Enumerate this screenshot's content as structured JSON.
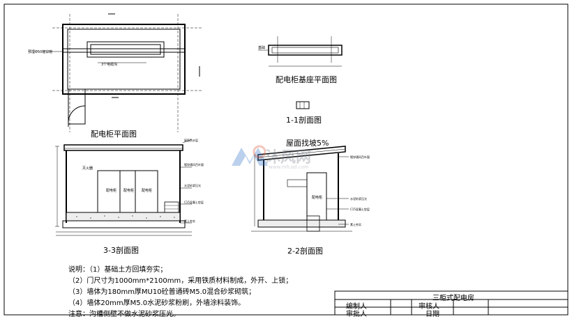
{
  "views": {
    "plan_title": "配电柜平面图",
    "base_title": "配电柜基座平面图",
    "section11_title": "1-1剖面图",
    "section33_title": "3-3剖面图",
    "section22_title": "2-2剖面图",
    "roof_slope": "屋面找坡5%"
  },
  "watermark": {
    "brand": "沐风网",
    "url": "www.mfcad.com"
  },
  "notes": {
    "lines": [
      "说明：（1）基础土方回填夯实；",
      "（2）门尺寸为1000mm*2100mm，采用铁质材料制成，外开、上锁；",
      "（3）墙体为180mm厚MU10砼普通砖M5.0混合砂浆砌筑；",
      "（4）墙体20mm厚M5.0水泥砂浆粉刷，外墙涂料装饰。",
      "注意：沟槽侧壁不做水泥砂浆压光。"
    ]
  },
  "title_block": {
    "project": "三柜式配电房",
    "drawn_by": "编制人",
    "reviewed_by": "审核人",
    "approved_by": "审批人",
    "date": "日期"
  },
  "colors": {
    "line": "#000000",
    "dim": "#333333",
    "hatch": "#555555",
    "watermark_blue": "#3a78c8"
  }
}
